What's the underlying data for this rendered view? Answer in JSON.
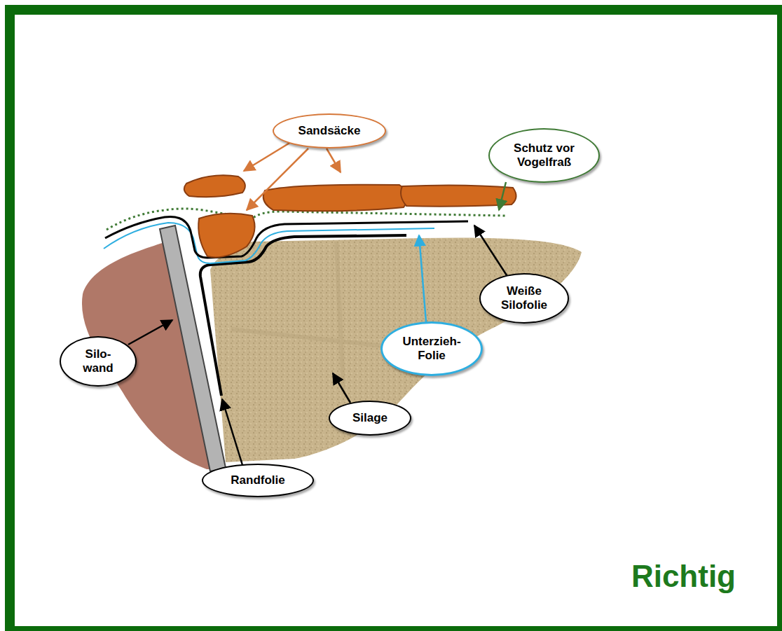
{
  "diagram": {
    "nodes": [
      {
        "text": [
          "Sandsäcke"
        ]
      },
      {
        "text": [
          "Schutz vor Vogelfraß"
        ]
      },
      {
        "text": [
          "Weiße Silofolie"
        ]
      },
      {
        "text": [
          "Silo- wand"
        ]
      },
      {
        "text": [
          "Unterzieh- Folie"
        ]
      },
      {
        "text": [
          "Silage"
        ]
      },
      {
        "text": [
          "Randfolie"
        ]
      }
    ],
    "labels": [
      "Richtig"
    ]
  }
}
